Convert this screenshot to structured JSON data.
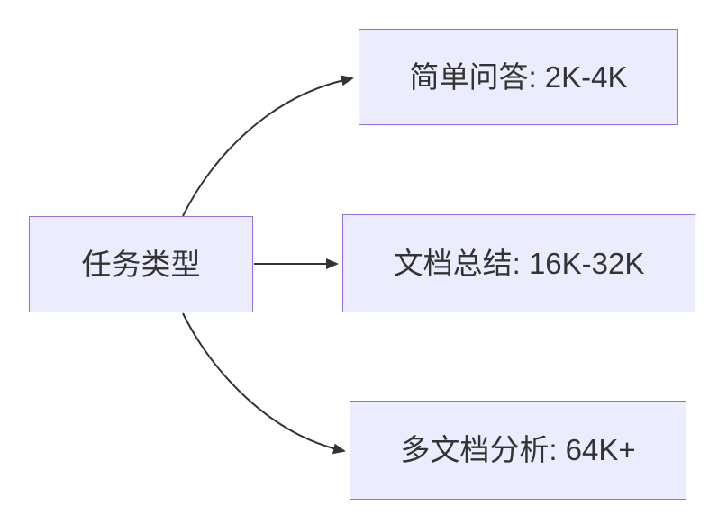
{
  "nodes": {
    "root": {
      "label": "任务类型"
    },
    "branches": [
      {
        "label": "简单问答: 2K-4K"
      },
      {
        "label": "文档总结: 16K-32K"
      },
      {
        "label": "多文档分析: 64K+"
      }
    ]
  },
  "colors": {
    "node_fill": "#ECECFF",
    "node_border": "#9370DB",
    "edge_color": "#333333",
    "text_color": "#333333",
    "background": "#FFFFFF"
  }
}
